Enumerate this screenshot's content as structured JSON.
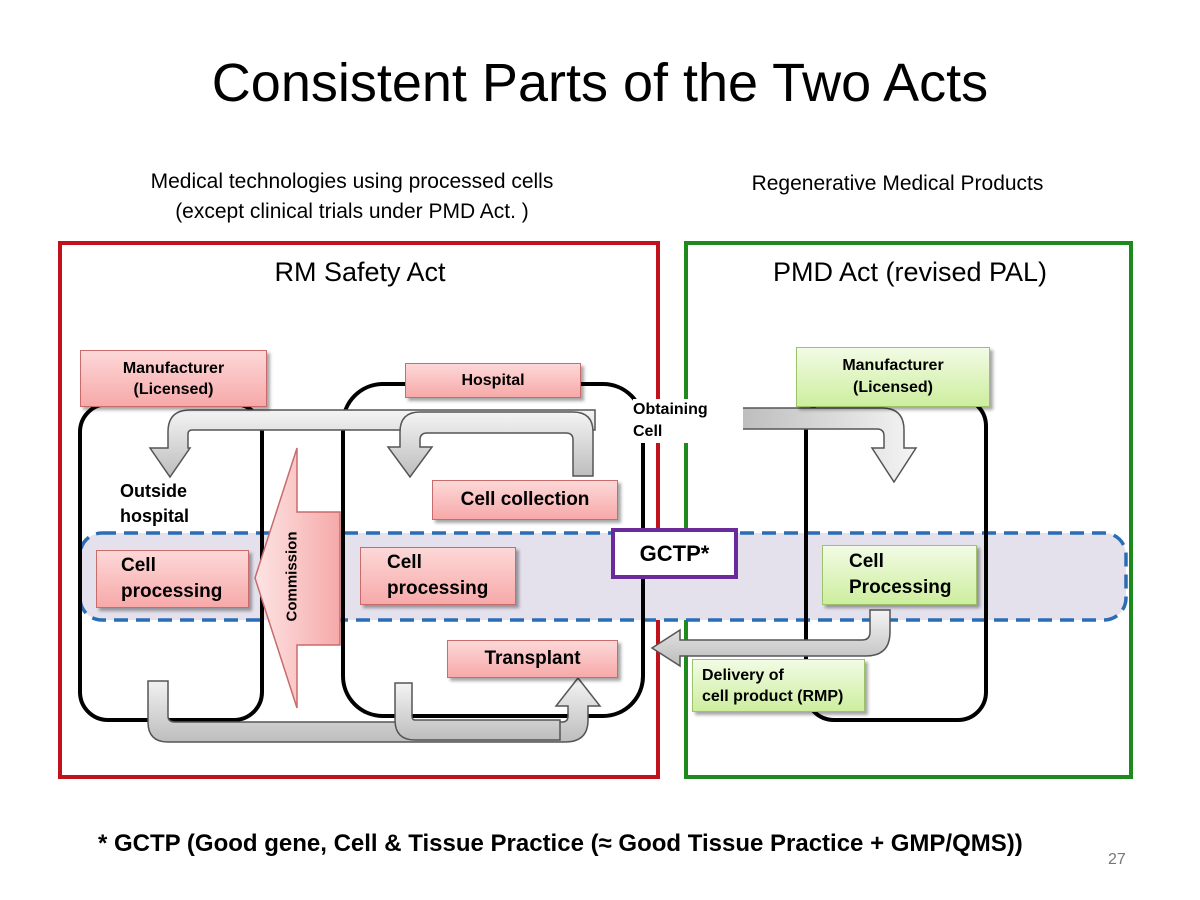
{
  "title": "Consistent Parts of the Two Acts",
  "left_heading_line1": "Medical technologies using processed cells",
  "left_heading_line2": "(except clinical trials under PMD Act. )",
  "right_heading": "Regenerative Medical Products",
  "left_panel_title": "RM Safety Act",
  "right_panel_title": "PMD Act (revised PAL)",
  "left_manufacturer_line1": "Manufacturer",
  "left_manufacturer_line2": "(Licensed)",
  "hospital": "Hospital",
  "obtaining_cell_line1": "Obtaining",
  "obtaining_cell_line2": "Cell",
  "right_manufacturer_line1": "Manufacturer",
  "right_manufacturer_line2": "(Licensed)",
  "outside_hospital_line1": "Outside",
  "outside_hospital_line2": "hospital",
  "cell_collection": "Cell collection",
  "gctp_badge": "GCTP*",
  "commission": "Commission",
  "left_cell_processing_line1": "Cell",
  "left_cell_processing_line2": "processing",
  "middle_cell_processing_line1": "Cell",
  "middle_cell_processing_line2": "processing",
  "right_cell_processing_line1": "Cell",
  "right_cell_processing_line2": "Processing",
  "transplant": "Transplant",
  "delivery_line1": "Delivery of",
  "delivery_line2": "cell product (RMP)",
  "footnote": "* GCTP (Good gene, Cell & Tissue Practice (≈ Good Tissue Practice + GMP/QMS))",
  "page_number": "27",
  "colors": {
    "left_frame": "#c0121a",
    "right_frame": "#1e8a1e",
    "gctp_band_fill": "#e4e0ec",
    "gctp_band_border": "#2a6db5",
    "gctp_badge_border": "#6a2a9a",
    "commission_fill": "#f9c4c4"
  }
}
